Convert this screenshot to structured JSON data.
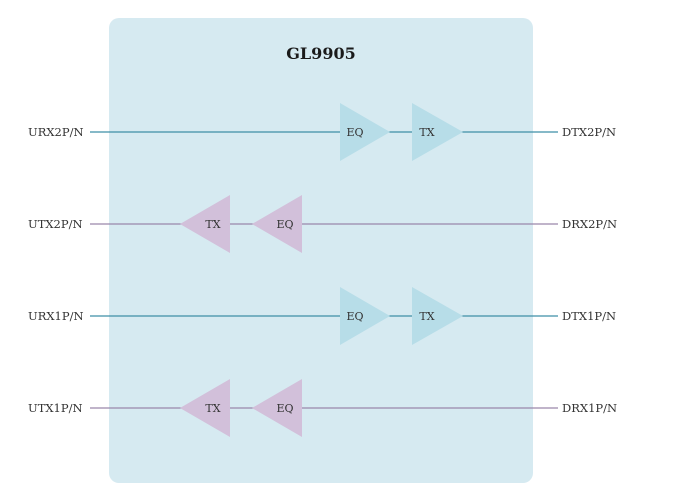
{
  "chip": {
    "name": "GL9905"
  },
  "colors": {
    "chip_background": "#d6eaf1",
    "downstream_line": "#3f8fa6",
    "downstream_block": "#b7dde8",
    "upstream_line": "#9a86ab",
    "upstream_block": "#d2c0da"
  },
  "lanes": [
    {
      "left_pin": "URX2P/N",
      "right_pin": "DTX2P/N",
      "direction": "downstream",
      "blocks": [
        "EQ",
        "TX"
      ]
    },
    {
      "left_pin": "UTX2P/N",
      "right_pin": "DRX2P/N",
      "direction": "upstream",
      "blocks": [
        "TX",
        "EQ"
      ]
    },
    {
      "left_pin": "URX1P/N",
      "right_pin": "DTX1P/N",
      "direction": "downstream",
      "blocks": [
        "EQ",
        "TX"
      ]
    },
    {
      "left_pin": "UTX1P/N",
      "right_pin": "DRX1P/N",
      "direction": "upstream",
      "blocks": [
        "TX",
        "EQ"
      ]
    }
  ]
}
